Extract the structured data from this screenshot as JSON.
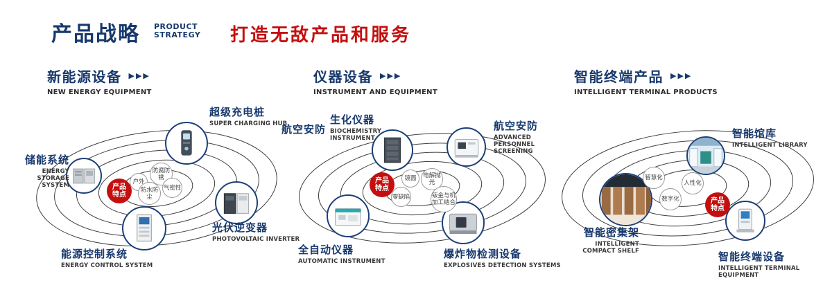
{
  "header": {
    "title": "产品战略",
    "subtitle_line1": "PRODUCT",
    "subtitle_line2": "STRATEGY",
    "tagline": "打造无敌产品和服务"
  },
  "colors": {
    "navy": "#18396d",
    "red": "#c40f0f"
  },
  "sections": [
    {
      "title": "新能源设备",
      "subtitle": "NEW ENERGY EQUIPMENT",
      "arrows": "▶▶▶",
      "badge": "产品特点",
      "features": [
        "户外",
        "防腐防锈",
        "气密性",
        "防水防尘"
      ],
      "products": [
        {
          "name": "储能系统",
          "en": "ENERGY STORAGE SYSTEM",
          "icon": "energy-storage-cabinet-image"
        },
        {
          "name": "超级充电桩",
          "en": "SUPER CHARGING HUB",
          "icon": "charging-pile-image"
        },
        {
          "name": "光伏逆变器",
          "en": "PHOTOVOLTAIC INVERTER",
          "icon": "pv-inverter-image"
        },
        {
          "name": "能源控制系统",
          "en": "ENERGY CONTROL SYSTEM",
          "icon": "control-cabinet-image"
        }
      ]
    },
    {
      "title": "仪器设备",
      "subtitle": "INSTRUMENT AND EQUIPMENT",
      "arrows": "▶▶▶",
      "badge": "产品特点",
      "extra_label": "航空安防",
      "features": [
        "镜面",
        "电解抛光",
        "零缺陷",
        "钣金与机加工结合"
      ],
      "products": [
        {
          "name": "生化仪器",
          "en": "BIOCHEMISTRY INSTRUMENT",
          "icon": "biochemistry-rack-image"
        },
        {
          "name": "航空安防",
          "en": "ADVANCED PERSONNEL SCREENING",
          "icon": "screening-machine-image"
        },
        {
          "name": "全自动仪器",
          "en": "AUTOMATIC INSTRUMENT",
          "icon": "automatic-analyzer-image"
        },
        {
          "name": "爆炸物检测设备",
          "en": "EXPLOSIVES DETECTION SYSTEMS",
          "icon": "xray-scanner-image"
        }
      ]
    },
    {
      "title": "智能终端产品",
      "subtitle": "INTELLIGENT TERMINAL PRODUCTS",
      "arrows": "▶▶▶",
      "badge": "产品特点",
      "features": [
        "智慧化",
        "人性化",
        "数字化"
      ],
      "products": [
        {
          "name": "智能馆库",
          "en": "INTELLIGENT LIBRARY",
          "icon": "library-photo-image"
        },
        {
          "name": "智能密集架",
          "en": "INTELLIGENT COMPACT SHELF",
          "icon": "compact-shelf-photo-image"
        },
        {
          "name": "智能终端设备",
          "en": "INTELLIGENT TERMINAL EQUIPMENT",
          "icon": "terminal-kiosk-image"
        }
      ]
    }
  ]
}
